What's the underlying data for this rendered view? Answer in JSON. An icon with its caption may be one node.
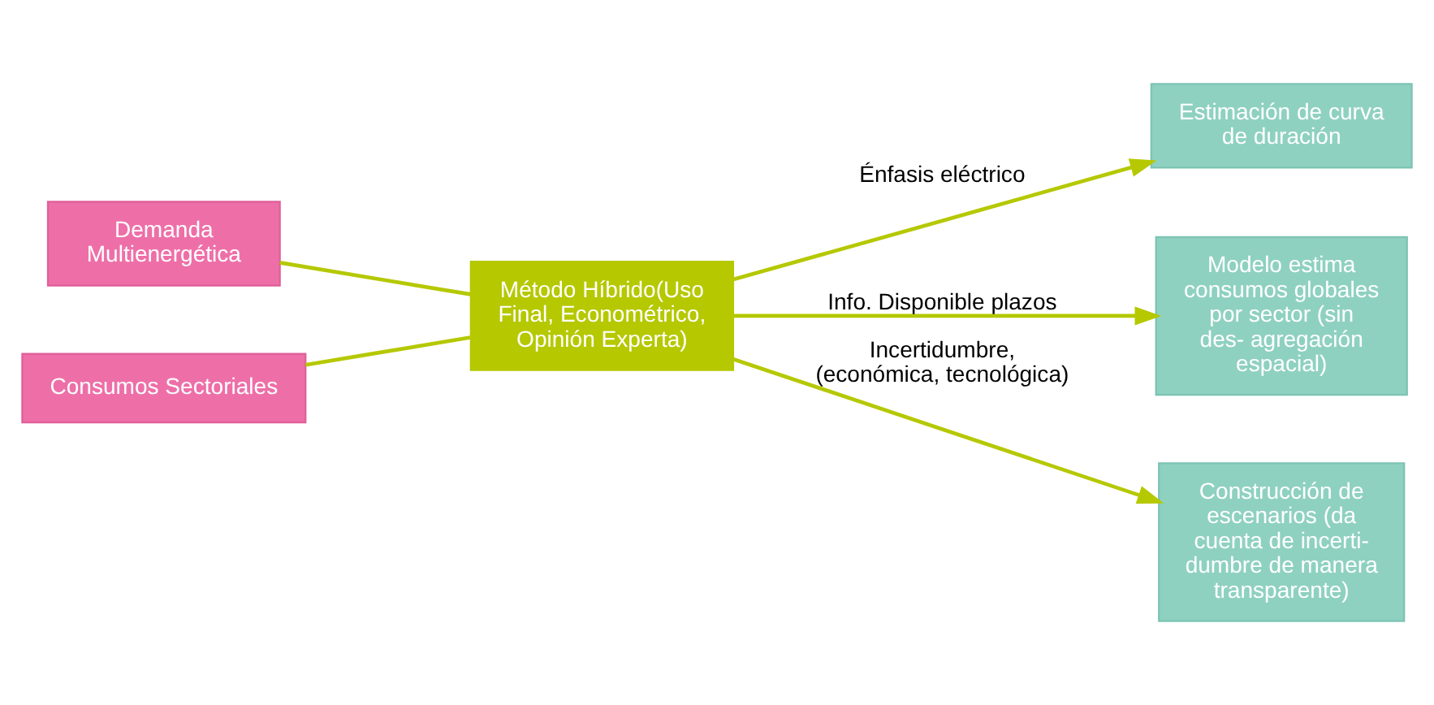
{
  "diagram": {
    "nodes": [
      {
        "text": [
          "Demanda Multienergética"
        ]
      },
      {
        "text": [
          "Consumos Sectoriales"
        ]
      },
      {
        "text": [
          "Método Híbrido(Uso Final, Econométrico, Opinión Experta)"
        ]
      },
      {
        "text": [
          "Estimación de curva de duración"
        ]
      },
      {
        "text": [
          "Modelo estima consumos globales por sector (sin des- agregación espacial)"
        ]
      },
      {
        "text": [
          "Construcción de escenarios (da cuenta de incerti- dumbre de manera transparente)"
        ]
      }
    ],
    "edges": [
      {
        "from": 0,
        "to": 2,
        "arrow": "none"
      },
      {
        "from": 1,
        "to": 2,
        "arrow": "none"
      },
      {
        "from": 2,
        "to": 3,
        "arrow": "to",
        "label": "Énfasis eléctrico"
      },
      {
        "from": 2,
        "to": 4,
        "arrow": "to",
        "label": "Info. Disponible plazos"
      },
      {
        "from": 2,
        "to": 5,
        "arrow": "to",
        "label": "Incertidumbre, (económica, tecnológica)"
      }
    ]
  }
}
